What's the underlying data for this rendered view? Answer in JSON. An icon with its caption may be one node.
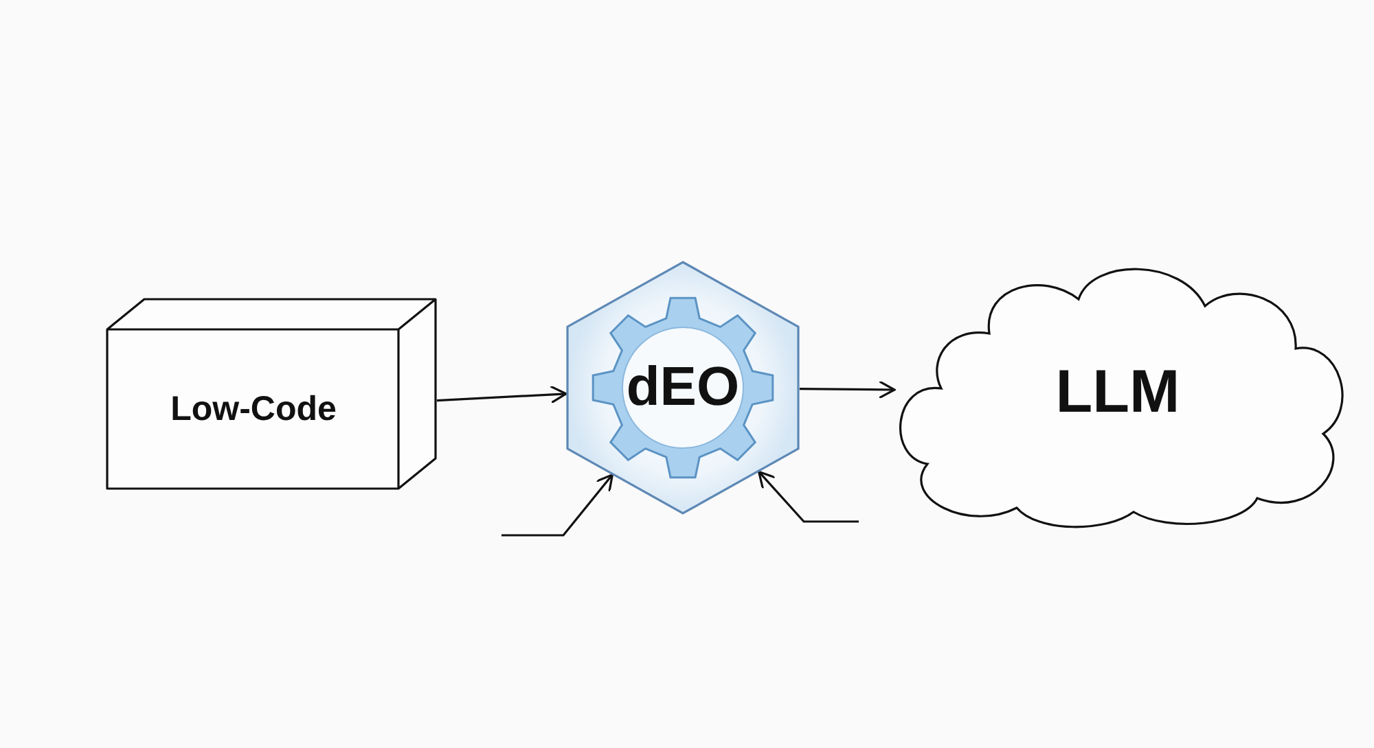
{
  "diagram": {
    "nodes": [
      {
        "text": [
          "Low-Code"
        ]
      },
      {
        "text": [
          "dEO"
        ]
      },
      {
        "text": [
          "LLM"
        ]
      }
    ],
    "edges": [
      {
        "from": 0,
        "to": 1,
        "arrow": "to"
      },
      {
        "from": 1,
        "to": 2,
        "arrow": "to"
      },
      {
        "from": null,
        "to": 1,
        "arrow": "to"
      },
      {
        "from": null,
        "to": 1,
        "arrow": "to"
      }
    ]
  }
}
